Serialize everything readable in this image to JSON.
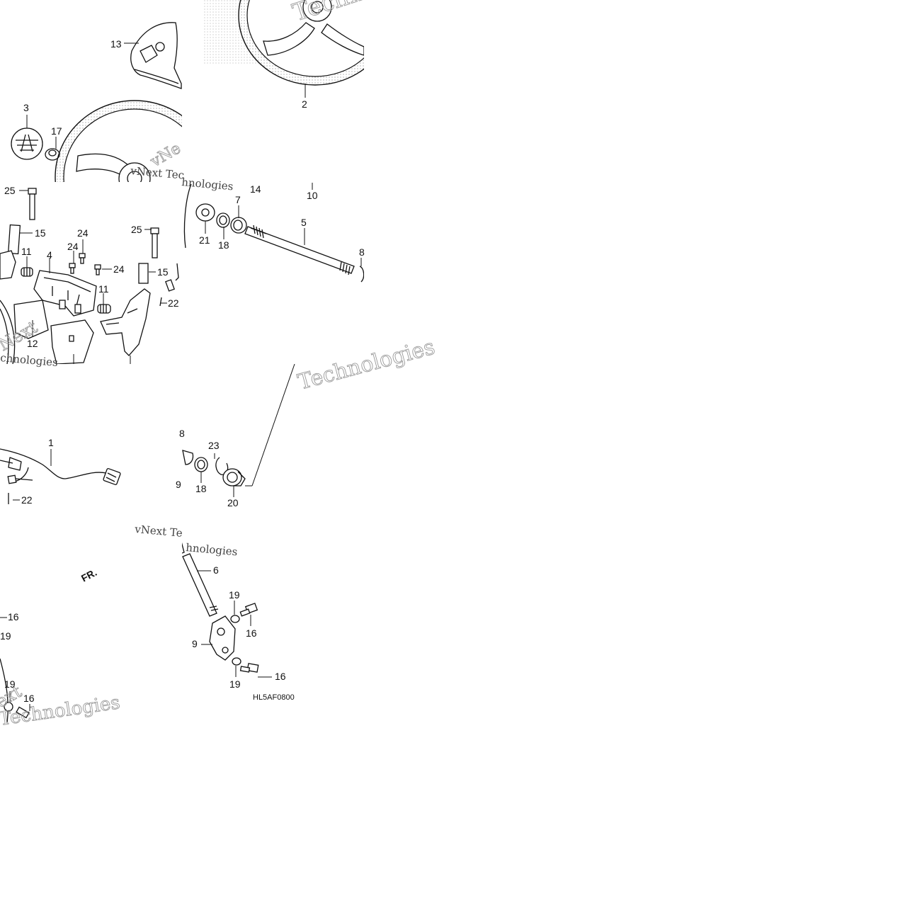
{
  "diagram": {
    "code": "HL5AF0800",
    "front_marker": "FR.",
    "watermark_texts": [
      "Techno",
      "vNe",
      "vNext Tec",
      "hnologies",
      "Technologies",
      "Next",
      "vNext Te",
      "chnologies",
      "ext"
    ],
    "callouts": [
      {
        "id": "c13",
        "text": "13"
      },
      {
        "id": "c2",
        "text": "2"
      },
      {
        "id": "c3",
        "text": "3"
      },
      {
        "id": "c17",
        "text": "17"
      },
      {
        "id": "c25a",
        "text": "25"
      },
      {
        "id": "c14",
        "text": "14"
      },
      {
        "id": "c10",
        "text": "10"
      },
      {
        "id": "c15a",
        "text": "15"
      },
      {
        "id": "c24a",
        "text": "24"
      },
      {
        "id": "c25b",
        "text": "25"
      },
      {
        "id": "c7",
        "text": "7"
      },
      {
        "id": "c5",
        "text": "5"
      },
      {
        "id": "c24b",
        "text": "24"
      },
      {
        "id": "c21",
        "text": "21"
      },
      {
        "id": "c18a",
        "text": "18"
      },
      {
        "id": "c11a",
        "text": "11"
      },
      {
        "id": "c4",
        "text": "4"
      },
      {
        "id": "c24c",
        "text": "24"
      },
      {
        "id": "c15b",
        "text": "15"
      },
      {
        "id": "c8a",
        "text": "8"
      },
      {
        "id": "c11b",
        "text": "11"
      },
      {
        "id": "c22a",
        "text": "22"
      },
      {
        "id": "c12",
        "text": "12"
      },
      {
        "id": "c1",
        "text": "1"
      },
      {
        "id": "c8b",
        "text": "8"
      },
      {
        "id": "c23",
        "text": "23"
      },
      {
        "id": "c9a",
        "text": "9"
      },
      {
        "id": "c18b",
        "text": "18"
      },
      {
        "id": "c22b",
        "text": "22"
      },
      {
        "id": "c20",
        "text": "20"
      },
      {
        "id": "c6",
        "text": "6"
      },
      {
        "id": "c19a",
        "text": "19"
      },
      {
        "id": "c16a",
        "text": "16"
      },
      {
        "id": "c19b",
        "text": "19"
      },
      {
        "id": "c16b",
        "text": "16"
      },
      {
        "id": "c9b",
        "text": "9"
      },
      {
        "id": "c16c",
        "text": "16"
      },
      {
        "id": "c19c",
        "text": "19"
      },
      {
        "id": "c19d",
        "text": "19"
      },
      {
        "id": "c16d",
        "text": "16"
      }
    ]
  }
}
